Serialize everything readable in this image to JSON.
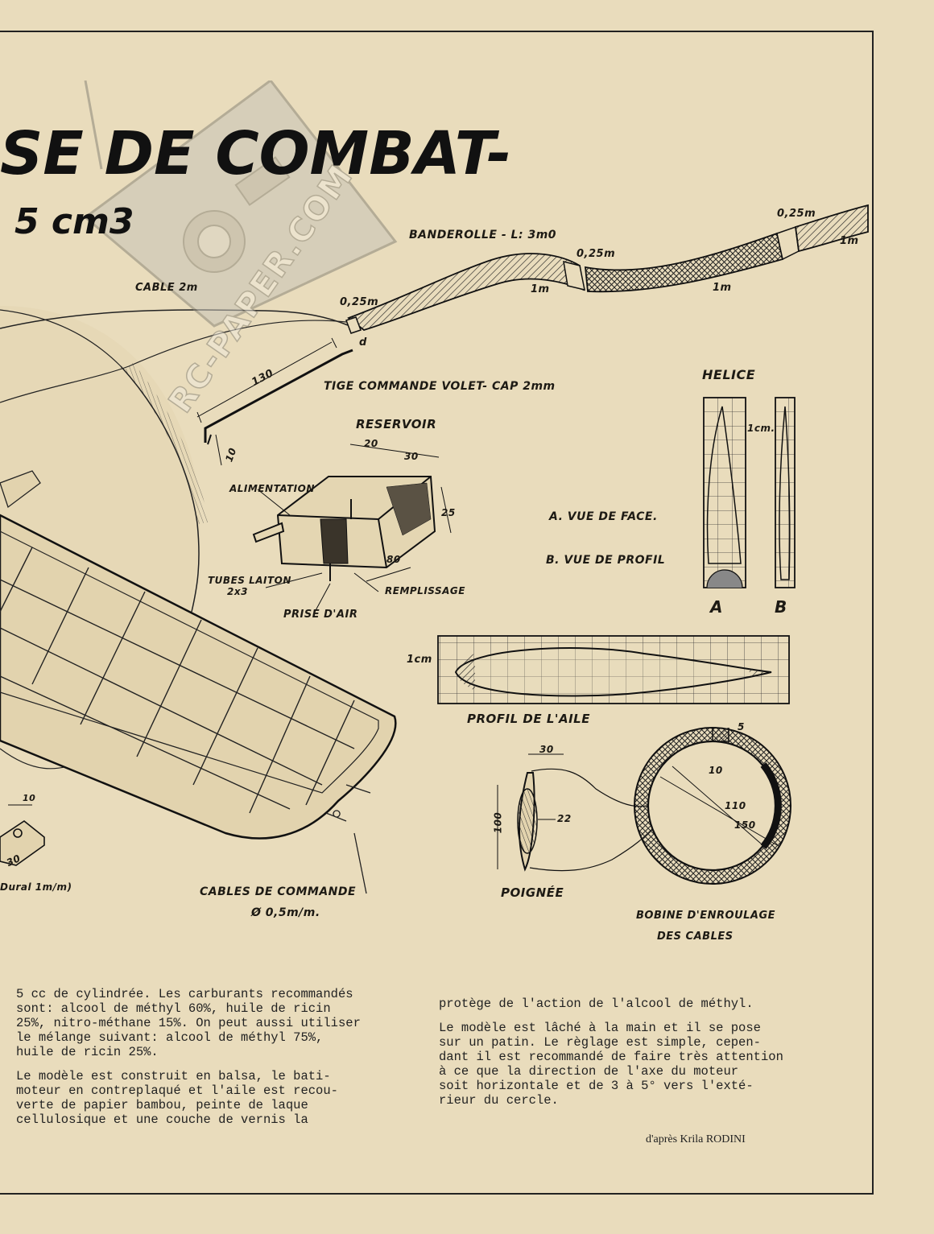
{
  "header": {
    "title_fragment": "SE DE COMBAT-",
    "subtitle_fragment": "5 cm3"
  },
  "watermark": {
    "text": "RC-PAPER.COM"
  },
  "labels": {
    "banderolle": "BANDEROLLE - L: 3m0",
    "cable": "CABLE 2m",
    "dim_025_a": "0,25m",
    "dim_025_b": "0,25m",
    "dim_025_c": "0,25m",
    "dim_1m_a": "1m",
    "dim_1m_b": "1m",
    "dim_1m_c": "1m",
    "dim_d": "d",
    "dim_130": "130",
    "dim_10": "10",
    "tige": "TIGE COMMANDE VOLET- CAP 2mm",
    "reservoir": "RESERVOIR",
    "res_20": "20",
    "res_30": "30",
    "res_25": "25",
    "res_80": "80",
    "alimentation": "ALIMENTATION",
    "tubes_laiton": "TUBES LAITON",
    "tubes_dim": "2x3",
    "remplissage": "REMPLISSAGE",
    "prise_air": "PRISE D'AIR",
    "helice": "HELICE",
    "helice_1cm": "1cm.",
    "vue_face": "A. VUE DE FACE.",
    "vue_profil": "B. VUE DE PROFIL",
    "label_a": "A",
    "label_b": "B",
    "profil_1cm": "1cm",
    "profil_aile": "PROFIL DE L'AILE",
    "poignee_30": "30",
    "poignee_100": "100",
    "poignee_22": "22",
    "poignee": "POIGNÉE",
    "bobine_5": "5",
    "bobine_10": "10",
    "bobine_110": "110",
    "bobine_150": "150",
    "bobine_line1": "BOBINE D'ENROULAGE",
    "bobine_line2": "DES CABLES",
    "cables_cmd": "CABLES DE COMMANDE",
    "cables_dim": "Ø 0,5m/m.",
    "left_10": "10",
    "left_30": "30",
    "left_note": "Dural 1m/m)"
  },
  "body_text": {
    "left_col_p1": "5 cc de cylindrée. Les carburants recommandés\nsont: alcool de méthyl 60%, huile de ricin\n25%, nitro-méthane 15%. On peut aussi utiliser\nle mélange suivant: alcool de méthyl 75%,\nhuile de ricin 25%.",
    "left_col_p2": "Le modèle est construit en balsa, le bati-\nmoteur en contreplaqué et l'aile est recou-\nverte de papier bambou, peinte de laque\ncellulosique et une couche de vernis la",
    "right_col_p1": "protège de l'action de l'alcool de méthyl.",
    "right_col_p2": "Le modèle est lâché à la main et il se pose\nsur un patin. Le règlage est simple, cepen-\ndant il est recommandé de faire très attention\nà ce que la direction de l'axe du moteur\nsoit horizontale et de 3 à 5° vers l'exté-\nrieur du cercle.",
    "credit": "d'après Krila RODINI"
  }
}
